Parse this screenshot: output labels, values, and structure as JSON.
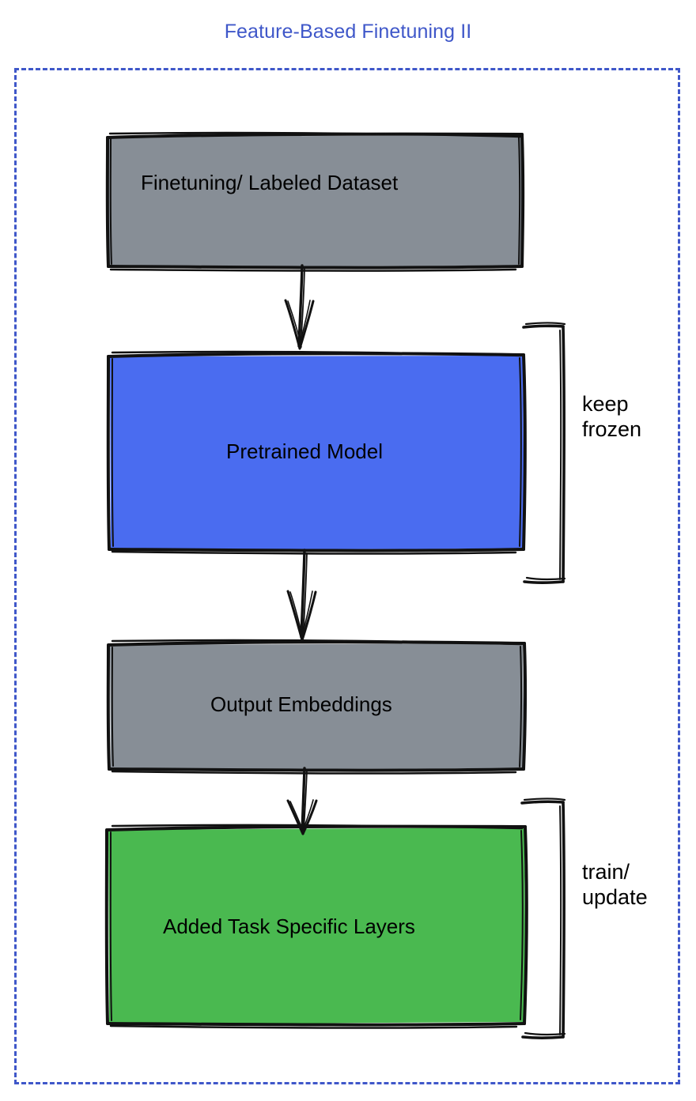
{
  "title": "Feature-Based Finetuning II",
  "colors": {
    "title": "#3f57c9",
    "frame_border": "#3f57c9",
    "gray_fill": "#878e96",
    "blue_fill": "#4a6cf0",
    "green_fill": "#4ab950",
    "stroke": "#111111",
    "text": "#000000",
    "background": "#ffffff"
  },
  "nodes": [
    {
      "id": "dataset",
      "label": "Finetuning/ Labeled Dataset",
      "fill": "#878e96"
    },
    {
      "id": "pretrained",
      "label": "Pretrained Model",
      "fill": "#4a6cf0"
    },
    {
      "id": "embeddings",
      "label": "Output Embeddings",
      "fill": "#878e96"
    },
    {
      "id": "layers",
      "label": "Added Task Specific Layers",
      "fill": "#4ab950"
    }
  ],
  "annotations": [
    {
      "id": "keep-frozen",
      "text": "keep\nfrozen",
      "targets": "pretrained"
    },
    {
      "id": "train-update",
      "text": "train/\nupdate",
      "targets": "layers"
    }
  ],
  "arrows": [
    {
      "from": "dataset",
      "to": "pretrained"
    },
    {
      "from": "pretrained",
      "to": "embeddings"
    },
    {
      "from": "embeddings",
      "to": "layers"
    }
  ],
  "icons": {
    "arrow": "down-arrow-icon",
    "bracket": "curly-bracket-icon"
  }
}
